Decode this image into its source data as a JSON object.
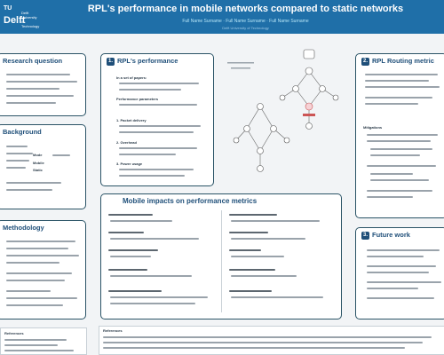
{
  "header": {
    "logo_top": "TU",
    "logo_main": "Delft",
    "logo_sub": "Delft University of Technology",
    "title": "RPL's performance in mobile networks compared to static networks",
    "subtitle": "Full Name Surname · Full Name Surname · Full Name Surname",
    "affiliation": "Delft University of Technology"
  },
  "sections": {
    "research": {
      "title": "Research question"
    },
    "background": {
      "title": "Background"
    },
    "methodology": {
      "title": "Methodology"
    },
    "performance": {
      "number": "1.",
      "title": "RPL's performance"
    },
    "mobile": {
      "title": "Mobile impacts on performance metrics"
    },
    "rpl_routing": {
      "number": "2.",
      "title": "RPL Routing metric"
    },
    "future": {
      "number": "3.",
      "title": "Future work"
    }
  },
  "performance_box": {
    "item1": "In a set of papers:",
    "item2": "Performance parameters",
    "item3": "1. Packet delivery",
    "item4": "2. Overhead",
    "item5": "3. Power usage"
  },
  "background_box": {
    "label1": "Mode",
    "label2": "Mobile",
    "label3": "Static"
  },
  "rpl_box": {
    "label1": "Mitigations"
  },
  "footer": {
    "references_title": "References",
    "notes_title": "References"
  }
}
